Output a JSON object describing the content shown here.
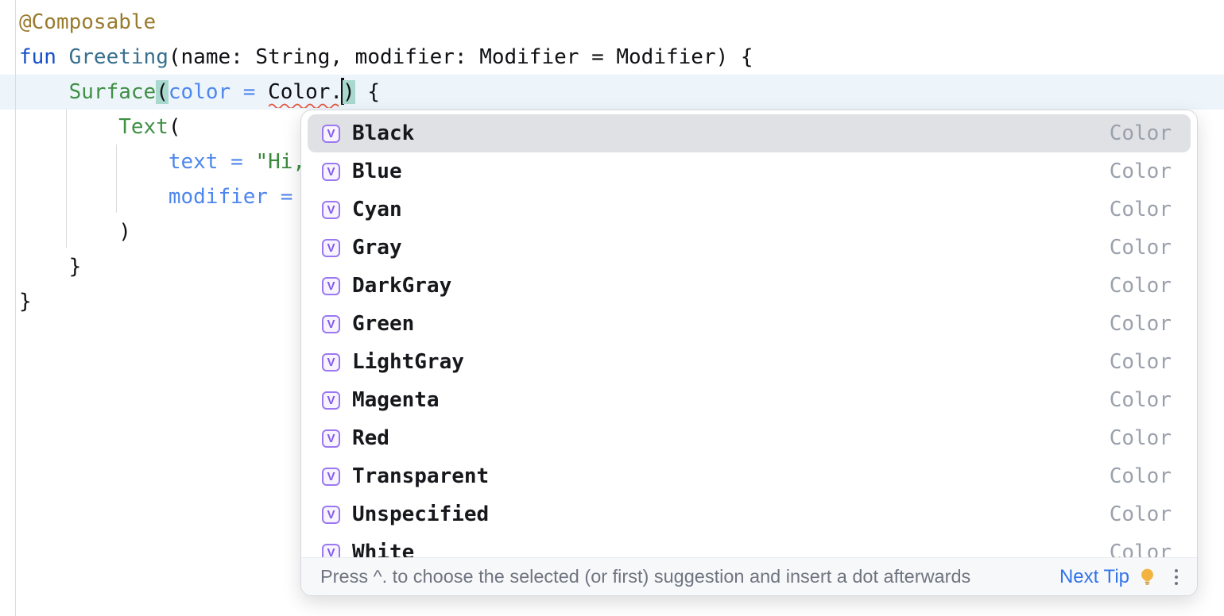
{
  "editor": {
    "lines": [
      {
        "segments": [
          {
            "text": "@Composable",
            "style": "annotation"
          }
        ]
      },
      {
        "segments": [
          {
            "text": "fun",
            "style": "keyword"
          },
          {
            "text": " ",
            "style": "plain"
          },
          {
            "text": "Greeting",
            "style": "function-decl"
          },
          {
            "text": "(name: String, modifier: Modifier = Modifier) {",
            "style": "plain"
          }
        ]
      },
      {
        "caret_line": true,
        "segments": [
          {
            "text": "    ",
            "style": "plain"
          },
          {
            "text": "Surface",
            "style": "function-call"
          },
          {
            "text": "(",
            "style": "plain",
            "highlight": "brace"
          },
          {
            "text": "color",
            "style": "named-arg"
          },
          {
            "text": " = ",
            "style": "named-arg"
          },
          {
            "text": "Color.",
            "style": "plain",
            "underline": "error",
            "caret_after": true
          },
          {
            "text": ")",
            "style": "plain",
            "highlight": "brace"
          },
          {
            "text": " {",
            "style": "plain"
          }
        ]
      },
      {
        "segments": [
          {
            "text": "        ",
            "style": "plain"
          },
          {
            "text": "Text",
            "style": "function-call"
          },
          {
            "text": "(",
            "style": "plain"
          }
        ]
      },
      {
        "segments": [
          {
            "text": "            ",
            "style": "plain"
          },
          {
            "text": "text",
            "style": "named-arg"
          },
          {
            "text": " = ",
            "style": "named-arg"
          },
          {
            "text": "\"Hi,",
            "style": "string"
          }
        ]
      },
      {
        "segments": [
          {
            "text": "            ",
            "style": "plain"
          },
          {
            "text": "modifier",
            "style": "named-arg"
          },
          {
            "text": " = ",
            "style": "named-arg"
          }
        ]
      },
      {
        "segments": [
          {
            "text": "        )",
            "style": "plain"
          }
        ]
      },
      {
        "segments": [
          {
            "text": "    }",
            "style": "plain"
          }
        ]
      },
      {
        "segments": [
          {
            "text": "}",
            "style": "plain"
          }
        ]
      }
    ]
  },
  "completion_popup": {
    "items": [
      {
        "label": "Black",
        "type": "Color",
        "icon_letter": "V",
        "selected": true
      },
      {
        "label": "Blue",
        "type": "Color",
        "icon_letter": "V",
        "selected": false
      },
      {
        "label": "Cyan",
        "type": "Color",
        "icon_letter": "V",
        "selected": false
      },
      {
        "label": "Gray",
        "type": "Color",
        "icon_letter": "V",
        "selected": false
      },
      {
        "label": "DarkGray",
        "type": "Color",
        "icon_letter": "V",
        "selected": false
      },
      {
        "label": "Green",
        "type": "Color",
        "icon_letter": "V",
        "selected": false
      },
      {
        "label": "LightGray",
        "type": "Color",
        "icon_letter": "V",
        "selected": false
      },
      {
        "label": "Magenta",
        "type": "Color",
        "icon_letter": "V",
        "selected": false
      },
      {
        "label": "Red",
        "type": "Color",
        "icon_letter": "V",
        "selected": false
      },
      {
        "label": "Transparent",
        "type": "Color",
        "icon_letter": "V",
        "selected": false
      },
      {
        "label": "Unspecified",
        "type": "Color",
        "icon_letter": "V",
        "selected": false
      },
      {
        "label": "White",
        "type": "Color",
        "icon_letter": "V",
        "selected": false
      }
    ],
    "footer": {
      "hint": "Press ^. to choose the selected (or first) suggestion and insert a dot afterwards",
      "next_tip_label": "Next Tip"
    }
  },
  "colors": {
    "caret_line_bg": "#EDF5FB",
    "brace_match_bg": "#A9D8CE",
    "error_squiggle": "#E4533D",
    "selection_bg": "#DFE1E5",
    "value_icon_border": "#9B78F1",
    "next_tip_link": "#3273E9",
    "type_label": "#9BA1AC"
  }
}
